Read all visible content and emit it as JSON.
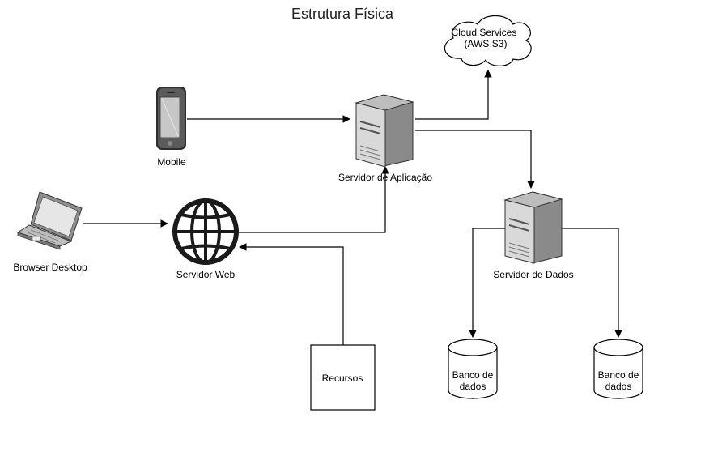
{
  "title": "Estrutura Física",
  "nodes": {
    "cloud": {
      "line1": "Cloud Services",
      "line2": "(AWS S3)",
      "icon": "cloud-icon"
    },
    "mobile": {
      "label": "Mobile",
      "icon": "mobile-phone-icon"
    },
    "app_server": {
      "label": "Servidor de Aplicação",
      "icon": "server-icon"
    },
    "browser": {
      "label": "Browser Desktop",
      "icon": "laptop-icon"
    },
    "web_server": {
      "label": "Servidor Web",
      "icon": "globe-icon"
    },
    "data_server": {
      "label": "Servidor de Dados",
      "icon": "server-icon"
    },
    "resources": {
      "label": "Recursos"
    },
    "db1": {
      "line1": "Banco de",
      "line2": "dados",
      "icon": "database-icon"
    },
    "db2": {
      "line1": "Banco de",
      "line2": "dados",
      "icon": "database-icon"
    }
  },
  "edges": [
    {
      "from": "mobile",
      "to": "app_server"
    },
    {
      "from": "app_server",
      "to": "cloud"
    },
    {
      "from": "app_server",
      "to": "data_server"
    },
    {
      "from": "browser",
      "to": "web_server"
    },
    {
      "from": "web_server",
      "to": "app_server"
    },
    {
      "from": "resources",
      "to": "web_server"
    },
    {
      "from": "data_server",
      "to": "db1"
    },
    {
      "from": "data_server",
      "to": "db2"
    }
  ]
}
